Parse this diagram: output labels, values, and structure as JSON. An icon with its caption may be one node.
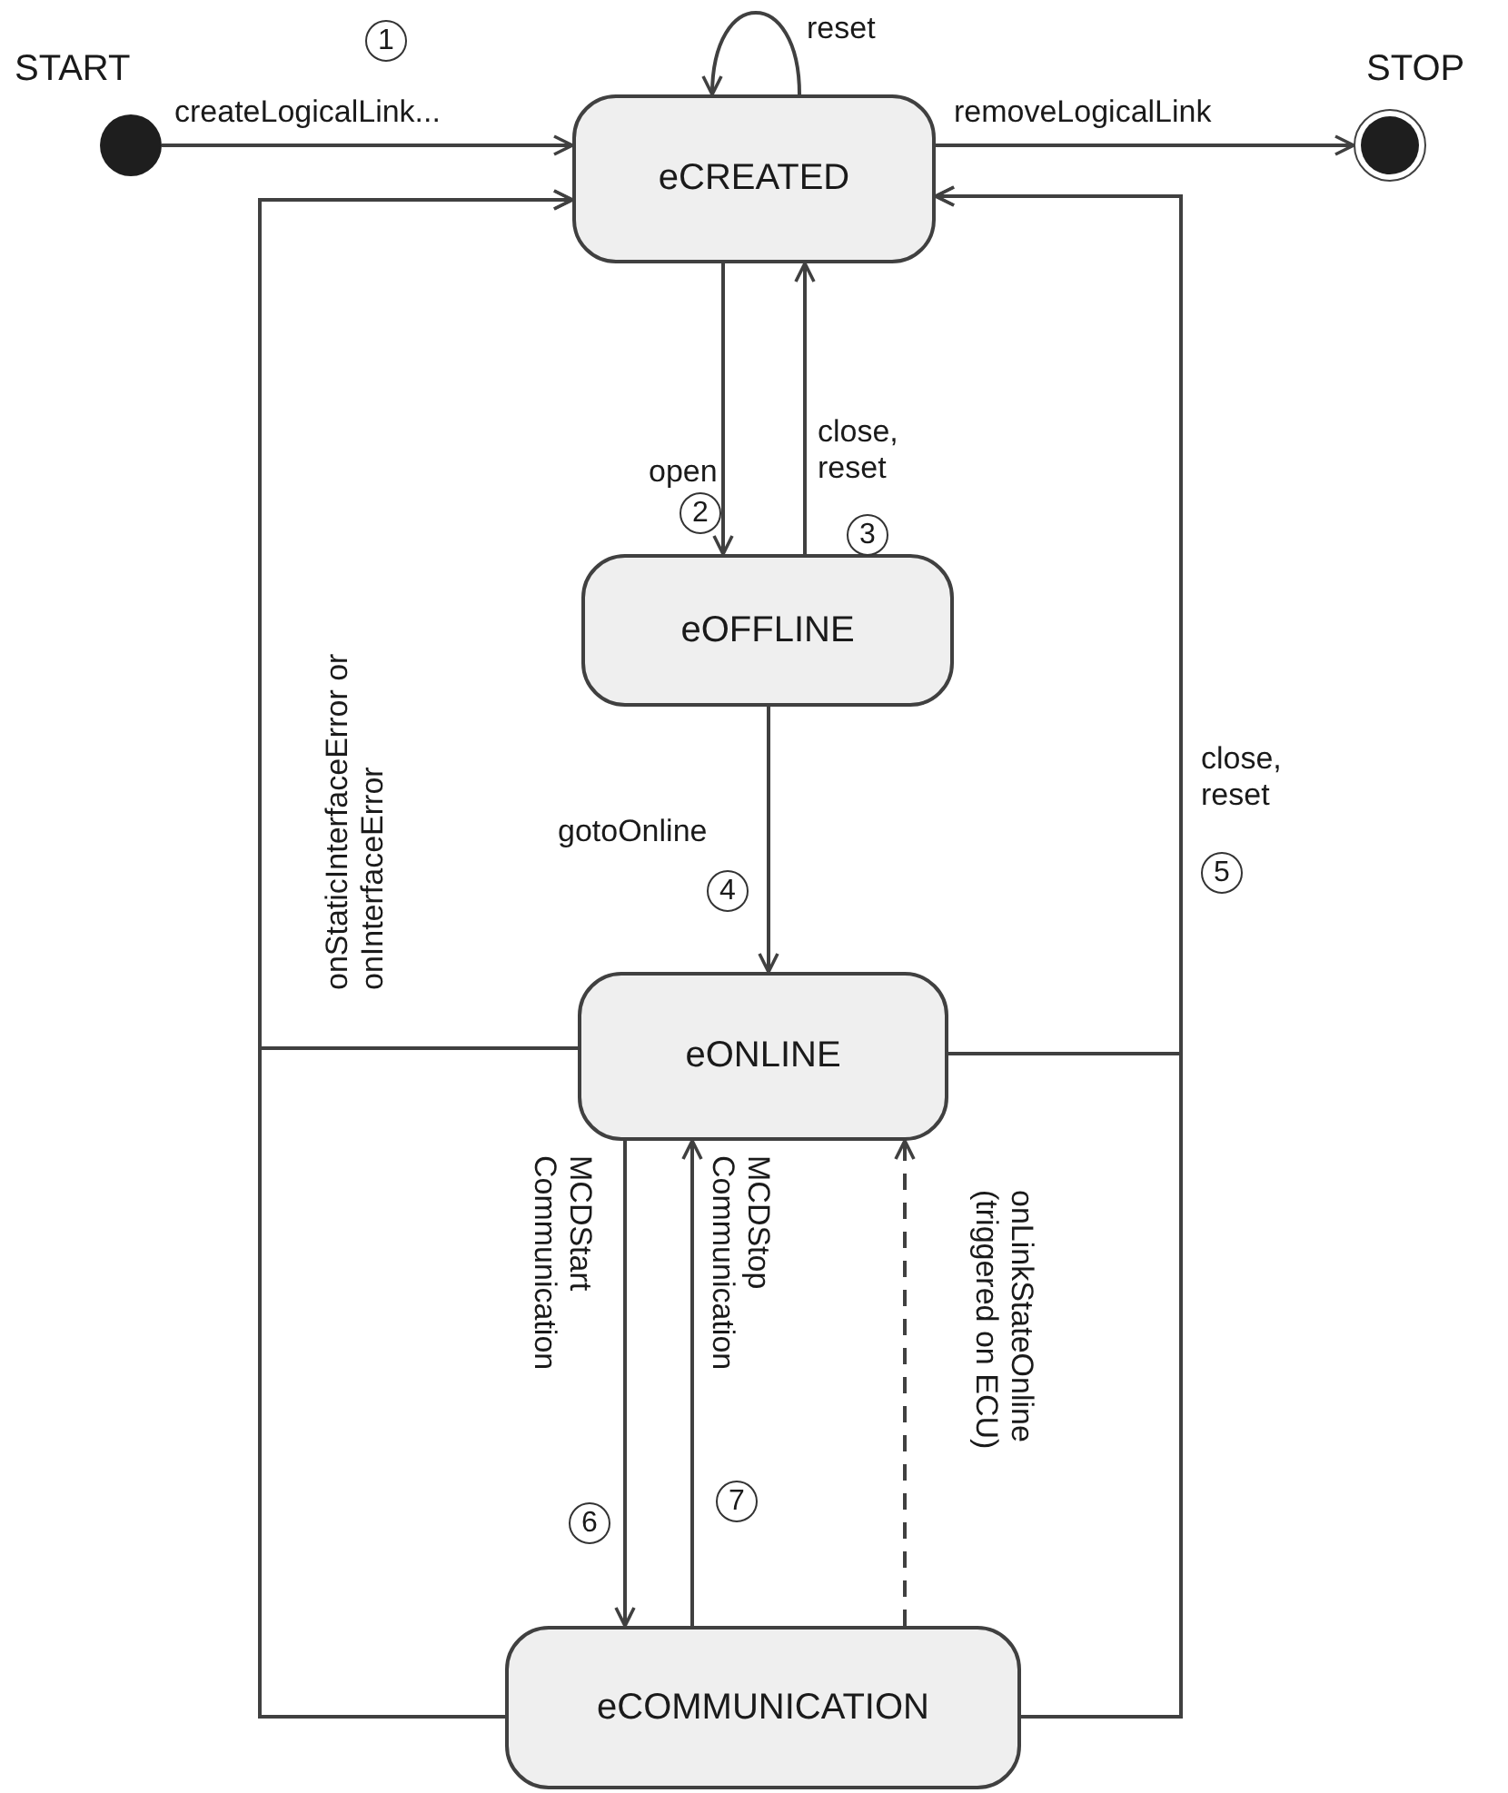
{
  "diagram": {
    "nodes": [
      {
        "text": [],
        "shape": "circle",
        "beside": [
          "START"
        ]
      },
      {
        "text": [
          "eCREATED"
        ]
      },
      {
        "text": [],
        "shape": "circle",
        "beside": [
          "STOP"
        ]
      },
      {
        "text": [
          "eOFFLINE"
        ]
      },
      {
        "text": [
          "eONLINE"
        ]
      },
      {
        "text": [
          "eCOMMUNICATION"
        ]
      }
    ],
    "edges": [
      {
        "from": 0,
        "to": 1,
        "arrow": "to",
        "label": "createLogicalLink..."
      },
      {
        "from": 1,
        "to": 1,
        "arrow": "to",
        "label": "reset"
      },
      {
        "from": 1,
        "to": 2,
        "arrow": "to",
        "label": "removeLogicalLink"
      },
      {
        "from": 1,
        "to": 3,
        "arrow": "to",
        "label": "open"
      },
      {
        "from": 3,
        "to": 1,
        "arrow": "to",
        "label": "close, reset"
      },
      {
        "from": 3,
        "to": 4,
        "arrow": "to",
        "label": "gotoOnline"
      },
      {
        "from": 4,
        "to": 1,
        "arrow": "to",
        "label": "onStaticInterfaceError or onInterfaceError"
      },
      {
        "from": 5,
        "to": 1,
        "arrow": "to"
      },
      {
        "from": 4,
        "to": 1,
        "arrow": "to",
        "label": "close, reset"
      },
      {
        "from": 5,
        "to": 1,
        "arrow": "to"
      },
      {
        "from": 4,
        "to": 5,
        "arrow": "to",
        "label": "MCDStart Communication"
      },
      {
        "from": 5,
        "to": 4,
        "arrow": "to",
        "label": "MCDStop Communication"
      },
      {
        "from": 5,
        "to": 4,
        "arrow": "to",
        "label": "onLinkStateOnline (triggered on ECU)",
        "style": "dashed"
      }
    ],
    "labels": [
      "1",
      "2",
      "3",
      "4",
      "5",
      "6",
      "7"
    ]
  }
}
